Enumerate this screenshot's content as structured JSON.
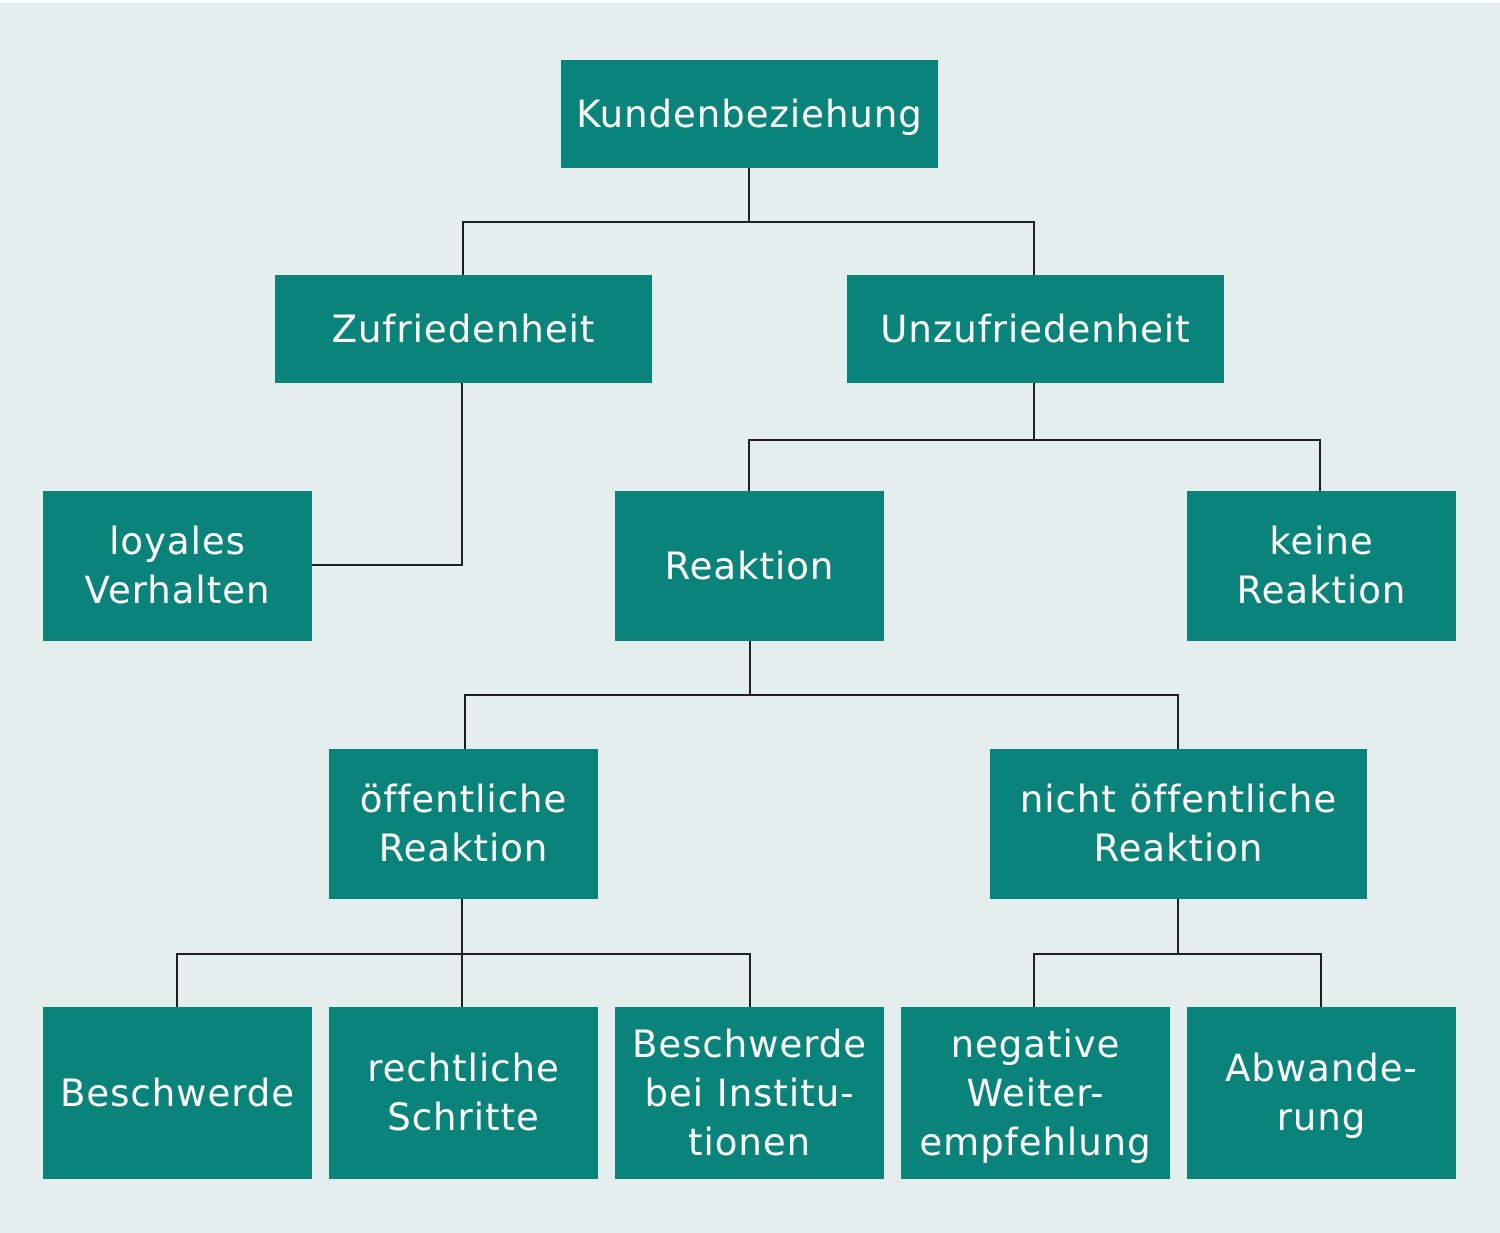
{
  "diagram": {
    "root": {
      "lines": [
        "Kundenbeziehung"
      ]
    },
    "satisfaction": {
      "lines": [
        "Zufriedenheit"
      ]
    },
    "dissatisfaction": {
      "lines": [
        "Unzufriedenheit"
      ]
    },
    "loyal": {
      "lines": [
        "loyales",
        "Verhalten"
      ]
    },
    "reaction": {
      "lines": [
        "Reaktion"
      ]
    },
    "no_reaction": {
      "lines": [
        "keine",
        "Reaktion"
      ]
    },
    "public_reaction": {
      "lines": [
        "öffentliche",
        "Reaktion"
      ]
    },
    "private_reaction": {
      "lines": [
        "nicht öffentliche",
        "Reaktion"
      ]
    },
    "complaint": {
      "lines": [
        "Beschwerde"
      ]
    },
    "legal_steps": {
      "lines": [
        "rechtliche",
        "Schritte"
      ]
    },
    "institution_complaint": {
      "lines": [
        "Beschwerde",
        "bei Institu-",
        "tionen"
      ]
    },
    "negative_wom": {
      "lines": [
        "negative",
        "Weiter-",
        "empfehlung"
      ]
    },
    "churn": {
      "lines": [
        "Abwande-",
        "rung"
      ]
    }
  },
  "colors": {
    "background": "#e4eeed",
    "node_fill": "#0a837a",
    "node_text": "#ffffff",
    "connector": "#1f1f1f"
  }
}
